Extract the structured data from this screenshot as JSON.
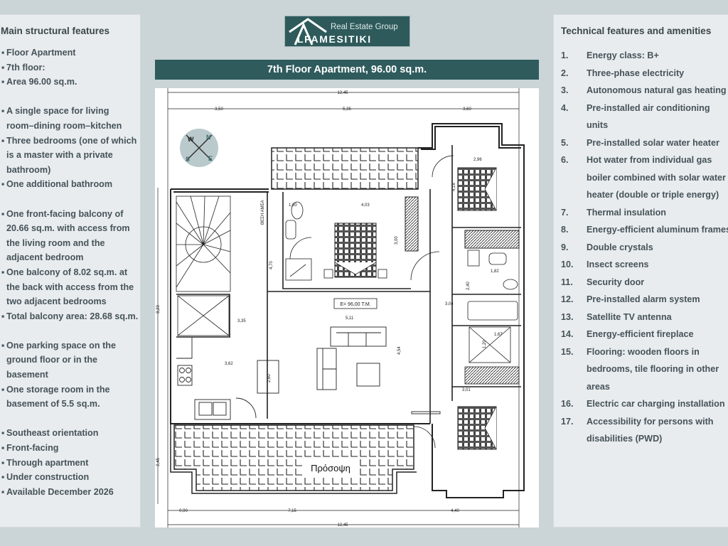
{
  "logo": {
    "subtitle": "Real Estate Group",
    "name": "LFAMESITIKI",
    "full_name": "ALFAMESITIKI"
  },
  "header": {
    "title": "7th Floor Apartment, 96.00 sq.m."
  },
  "left_panel": {
    "title": "Main structural features",
    "bullet": "▪",
    "groups": [
      [
        "Floor Apartment",
        "7th floor:",
        "Area 96.00 sq.m."
      ],
      [
        "A single space for living room–dining room–kitchen",
        "Three bedrooms (one of which is a master with a private bathroom)",
        "One additional bathroom"
      ],
      [
        "One front-facing balcony of 20.66 sq.m. with access from the living room and the adjacent bedroom",
        "One balcony of 8.02 sq.m. at the back with access from the two adjacent bedrooms",
        "Total balcony area: 28.68 sq.m."
      ],
      [
        "One parking space on the ground floor or in the basement",
        "One storage room in the basement of 5.5 sq.m."
      ],
      [
        "Southeast orientation",
        "Front-facing",
        "Through apartment",
        "Under construction",
        "Available December 2026"
      ]
    ]
  },
  "right_panel": {
    "title": "Technical features and amenities",
    "items": [
      {
        "num": "1.",
        "text": "Energy class: B+"
      },
      {
        "num": "2.",
        "text": "Three-phase electricity"
      },
      {
        "num": "3.",
        "text": "Autonomous natural gas heating"
      },
      {
        "num": "4.",
        "text": "Pre-installed air conditioning units"
      },
      {
        "num": "5.",
        "text": "Pre-installed solar water heater"
      },
      {
        "num": "6.",
        "text": "Hot water from individual gas boiler combined with solar water heater (double or triple energy)"
      },
      {
        "num": "7.",
        "text": "Thermal insulation"
      },
      {
        "num": "8.",
        "text": "Energy-efficient aluminum frames"
      },
      {
        "num": "9.",
        "text": "Double crystals"
      },
      {
        "num": "10.",
        "text": "Insect screens"
      },
      {
        "num": "11.",
        "text": "Security door"
      },
      {
        "num": "12.",
        "text": "Pre-installed alarm system"
      },
      {
        "num": "13.",
        "text": "Satellite TV antenna"
      },
      {
        "num": "14.",
        "text": "Energy-efficient fireplace"
      },
      {
        "num": "15.",
        "text": "Flooring: wooden floors in bedrooms, tile flooring in other areas"
      },
      {
        "num": "16.",
        "text": "Electric car charging installation"
      },
      {
        "num": "17.",
        "text": "Accessibility for persons with disabilities (PWD)"
      }
    ]
  },
  "plan": {
    "total_top": "12,45",
    "total_bottom": "12,45",
    "top_segments": [
      "3,50",
      "5,35",
      "3,60"
    ],
    "bottom_segments": [
      "0,90",
      "7,15",
      "4,40"
    ],
    "left_segments": [
      "8,20",
      "2,45"
    ],
    "area_label": "E= 96,00 T.M.",
    "facade_label": "Πρόσοψη",
    "pwd_label": "ΘΕΣΗ ΑΜΕΑ",
    "compass": {
      "n": "N",
      "s": "S",
      "e": "E",
      "w": "W"
    },
    "room_dims": {
      "d418": "4,18",
      "d296": "2,96",
      "d403": "4,03",
      "d300": "3,00",
      "d470": "4,70",
      "d160": "1,60",
      "d335": "3,35",
      "d511": "5,11",
      "d454": "4,54",
      "d362": "3,62",
      "d260": "2,60",
      "d304": "3,04",
      "d240": "2,40",
      "d182": "1,82",
      "d167": "1,67",
      "d120": "1,20",
      "d301": "3,01"
    }
  }
}
